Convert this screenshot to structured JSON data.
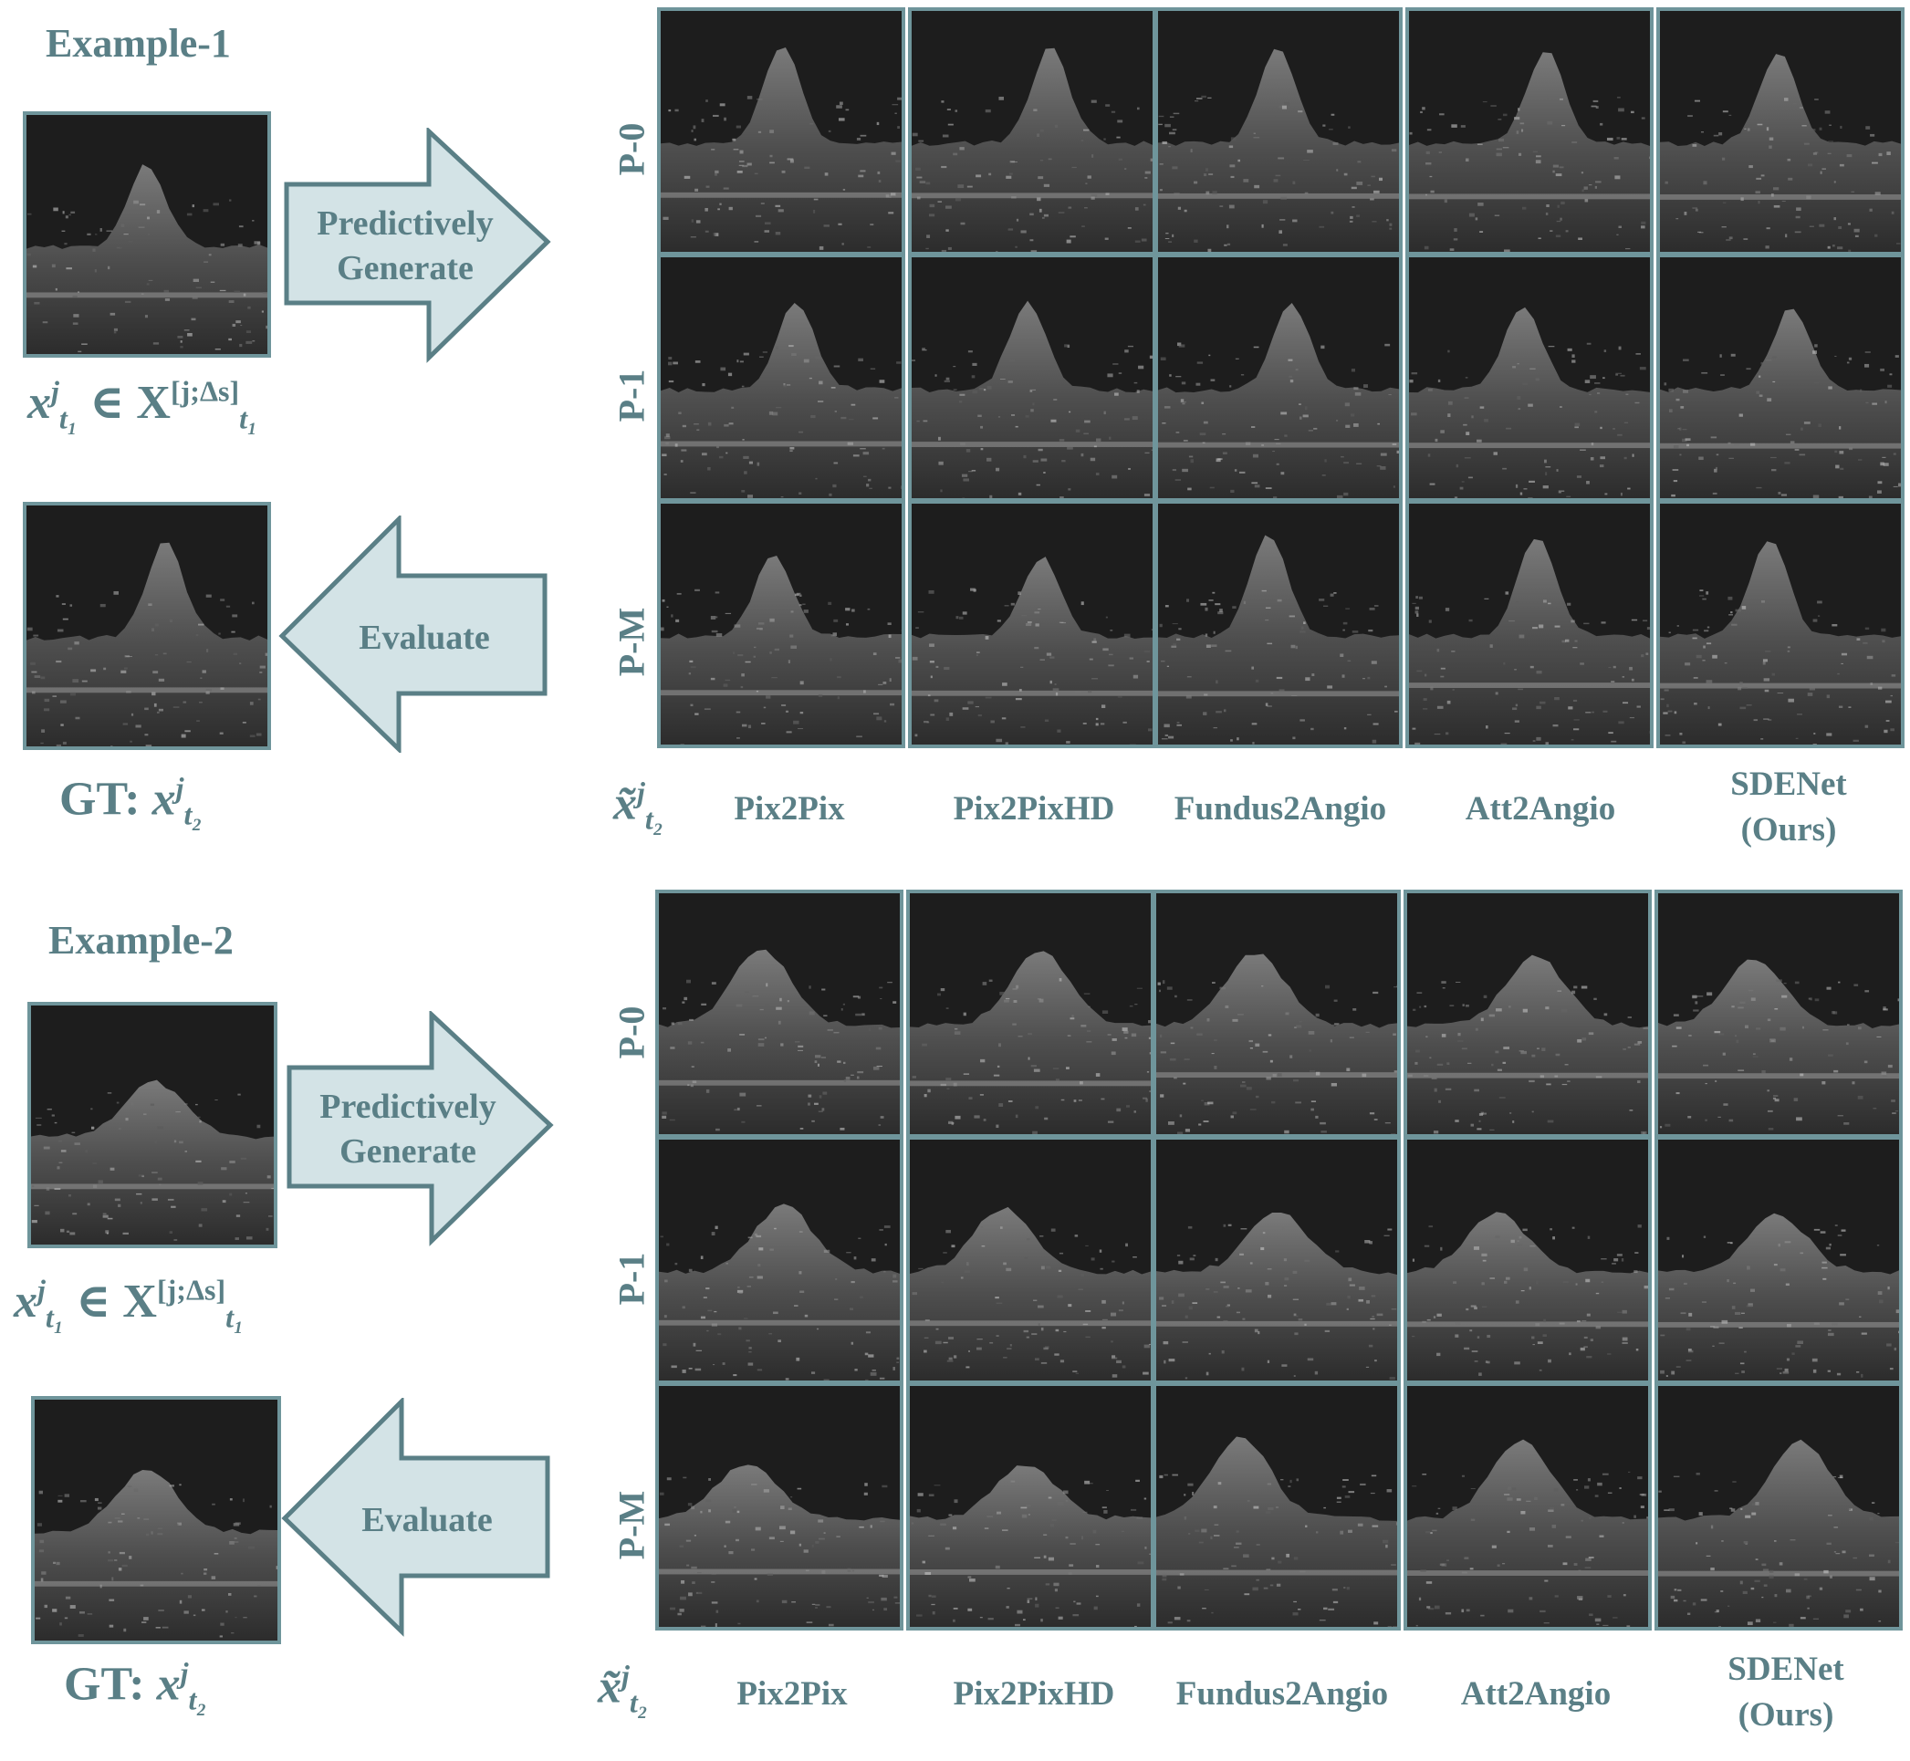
{
  "examples": [
    {
      "title": "Example-1",
      "input_label_var": "x",
      "input_label_sup": "j",
      "input_label_sub": "t₁",
      "input_label_rel": "∈ X",
      "input_label_set_sup": "[j;Δs]",
      "input_label_set_sub": "t₁",
      "generate_arrow_line1": "Predictively",
      "generate_arrow_line2": "Generate",
      "evaluate_arrow": "Evaluate",
      "gt_label_prefix": "GT:",
      "gt_label_var": "x",
      "gt_label_sup": "j",
      "gt_label_sub": "t₂",
      "pred_label_var": "x̃",
      "pred_label_sup": "j",
      "pred_label_sub": "t₂",
      "rows": [
        "P-0",
        "P-1",
        "P-M"
      ],
      "methods": [
        "Pix2Pix",
        "Pix2PixHD",
        "Fundus2Angio",
        "Att2Angio",
        "SDENet",
        "(Ours)"
      ]
    },
    {
      "title": "Example-2",
      "input_label_var": "x",
      "input_label_sup": "j",
      "input_label_sub": "t₁",
      "input_label_rel": "∈ X",
      "input_label_set_sup": "[j;Δs]",
      "input_label_set_sub": "t₁",
      "generate_arrow_line1": "Predictively",
      "generate_arrow_line2": "Generate",
      "evaluate_arrow": "Evaluate",
      "gt_label_prefix": "GT:",
      "gt_label_var": "x",
      "gt_label_sup": "j",
      "gt_label_sub": "t₂",
      "pred_label_var": "x̃",
      "pred_label_sup": "j",
      "pred_label_sub": "t₂",
      "rows": [
        "P-0",
        "P-1",
        "P-M"
      ],
      "methods": [
        "Pix2Pix",
        "Pix2PixHD",
        "Fundus2Angio",
        "Att2Angio",
        "SDENet",
        "(Ours)"
      ]
    }
  ],
  "colors": {
    "accent_text": "#5a7f86",
    "frame_border": "#6f959b",
    "arrow_fill": "#d3e3e6",
    "arrow_stroke": "#5a7f86",
    "image_bg": "#1e1e1e"
  }
}
